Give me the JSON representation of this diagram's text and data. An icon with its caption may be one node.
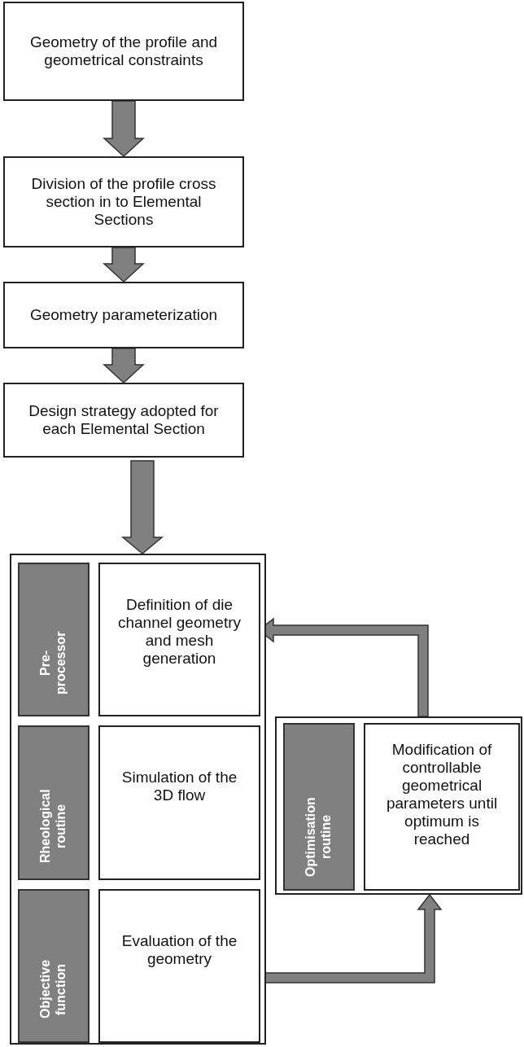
{
  "diagram": {
    "nodes": [
      {
        "text": [
          "Geometry of the profile and geometrical constraints"
        ]
      },
      {
        "text": [
          "Division of the profile cross section in to Elemental Sections"
        ]
      },
      {
        "text": [
          "Geometry parameterization"
        ]
      },
      {
        "text": [
          "Design strategy adopted for each Elemental Section"
        ]
      },
      {
        "text": [],
        "shape": "box"
      },
      {
        "text": [
          "Pre- processor"
        ],
        "in": 4
      },
      {
        "text": [
          "Definition of die channel geometry and mesh generation"
        ],
        "in": 4
      },
      {
        "text": [
          "Rheological routine"
        ],
        "in": 4
      },
      {
        "text": [
          "Simulation of the 3D flow"
        ],
        "in": 4
      },
      {
        "text": [
          "Objective function"
        ],
        "in": 4
      },
      {
        "text": [
          "Evaluation of the geometry"
        ],
        "in": 4
      },
      {
        "text": [],
        "shape": "box"
      },
      {
        "text": [
          "Optimisation routine"
        ],
        "in": 11
      },
      {
        "text": [
          "Modification of controllable geometrical parameters until optimum is reached"
        ],
        "in": 11
      }
    ],
    "edges": [
      {
        "from": 0,
        "to": 1,
        "arrow": "to"
      },
      {
        "from": 1,
        "to": 2,
        "arrow": "to"
      },
      {
        "from": 2,
        "to": 3,
        "arrow": "to"
      },
      {
        "from": 3,
        "to": 4,
        "arrow": "to"
      },
      {
        "from": 10,
        "to": 11,
        "arrow": "to"
      },
      {
        "from": 11,
        "to": 6,
        "arrow": "to"
      }
    ]
  }
}
